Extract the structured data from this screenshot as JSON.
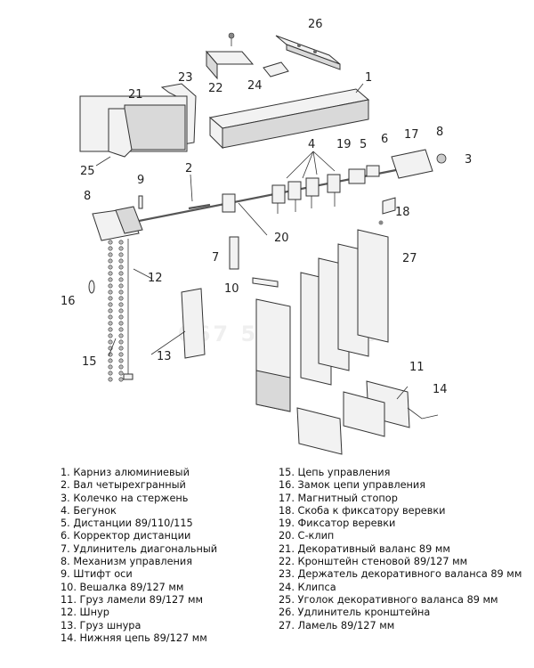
{
  "watermark": "067 503 79 37",
  "callouts": [
    "1",
    "2",
    "3",
    "4",
    "5",
    "6",
    "7",
    "8",
    "8",
    "9",
    "10",
    "11",
    "12",
    "13",
    "14",
    "15",
    "16",
    "17",
    "18",
    "19",
    "20",
    "21",
    "22",
    "23",
    "24",
    "25",
    "26",
    "27"
  ],
  "legend": {
    "left": [
      "1. Карниз алюминиевый",
      "2. Вал четырехгранный",
      "3. Колечко на стержень",
      "4. Бегунок",
      "5. Дистанции 89/110/115",
      "6. Корректор дистанции",
      "7. Удлинитель диагональный",
      "8. Механизм управления",
      "9. Штифт оси",
      "10. Вешалка 89/127 мм",
      "11. Груз ламели 89/127 мм",
      "12. Шнур",
      "13. Груз шнура",
      "14. Нижняя цепь 89/127 мм"
    ],
    "right": [
      "15. Цепь управления",
      "16. Замок цепи управления",
      "17. Магнитный стопор",
      "18. Скоба к фиксатору веревки",
      "19. Фиксатор веревки",
      "20. С-клип",
      "21. Декоративный валанс 89 мм",
      "22. Кронштейн стеновой 89/127 мм",
      "23. Держатель декоративного валанса 89 мм",
      "24. Клипса",
      "25. Уголок декоративного валанса 89 мм",
      "26. Удлинитель кронштейна",
      "27. Ламель 89/127 мм"
    ]
  }
}
